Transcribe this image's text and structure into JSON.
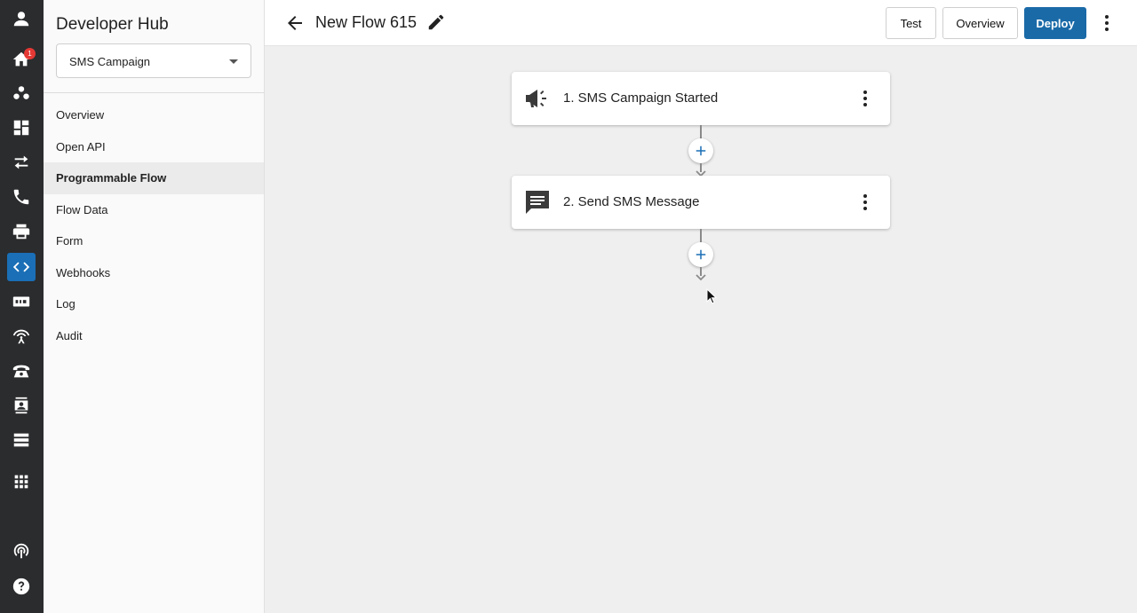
{
  "rail": {
    "home_badge": "1"
  },
  "sidebar": {
    "title": "Developer Hub",
    "select_value": "SMS Campaign",
    "items": [
      {
        "label": "Overview"
      },
      {
        "label": "Open API"
      },
      {
        "label": "Programmable Flow"
      },
      {
        "label": "Flow Data"
      },
      {
        "label": "Form"
      },
      {
        "label": "Webhooks"
      },
      {
        "label": "Log"
      },
      {
        "label": "Audit"
      }
    ]
  },
  "header": {
    "title": "New Flow 615",
    "test_label": "Test",
    "overview_label": "Overview",
    "deploy_label": "Deploy"
  },
  "flow": {
    "steps": [
      {
        "label": "1. SMS Campaign Started",
        "icon": "megaphone-icon"
      },
      {
        "label": "2. Send SMS Message",
        "icon": "message-icon"
      }
    ]
  },
  "colors": {
    "accent": "#1a6fb6",
    "deploy": "#1a6aa8",
    "rail": "#2b2c2e",
    "badge": "#e53935"
  }
}
